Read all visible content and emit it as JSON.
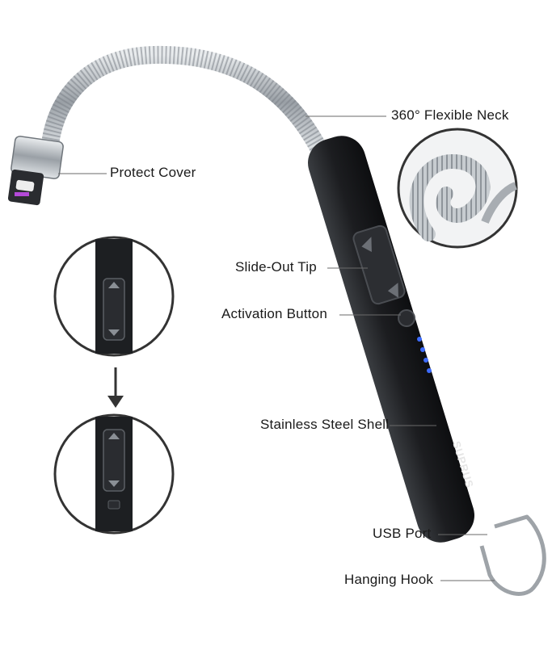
{
  "product": {
    "brand": "SUPRUS",
    "labels": {
      "flexible_neck": "360° Flexible Neck",
      "protect_cover": "Protect Cover",
      "slide_out_tip": "Slide-Out Tip",
      "activation_button": "Activation Button",
      "shell": "Stainless Steel Shell",
      "usb_port": "USB Port",
      "hanging_hook": "Hanging Hook"
    },
    "battery_indicator": {
      "leds_lit": 4,
      "leds_total": 4,
      "led_color": "#3d6cff"
    },
    "colors": {
      "body": "#202225",
      "metal": "#b9bec3",
      "led": "#3d6cff"
    }
  }
}
